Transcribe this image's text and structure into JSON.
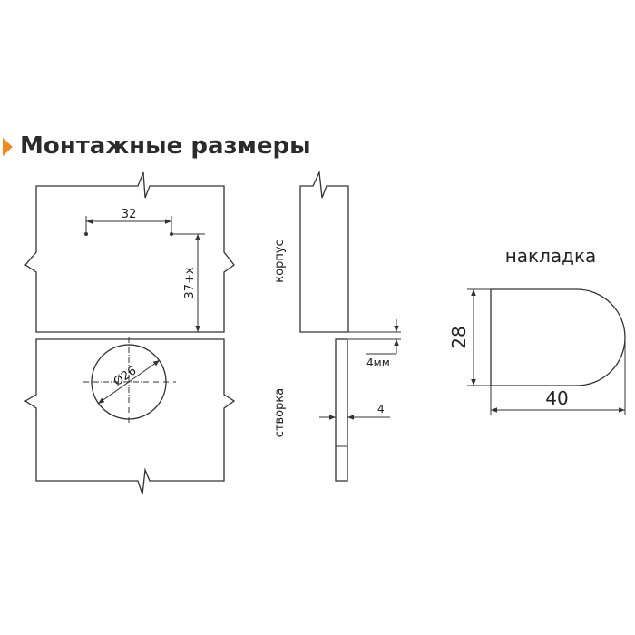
{
  "title": "Монтажные размеры",
  "colors": {
    "accent": "#f28a1e",
    "line": "#333333",
    "text": "#222222"
  },
  "dims": {
    "spacing": "32",
    "edge": "37+x",
    "cup": "Ø26",
    "gap": "4мм",
    "door_gap": "4"
  },
  "labels": {
    "body": "корпус",
    "door": "створка",
    "plate_title": "накладка"
  },
  "plate": {
    "height": "28",
    "width": "40"
  }
}
